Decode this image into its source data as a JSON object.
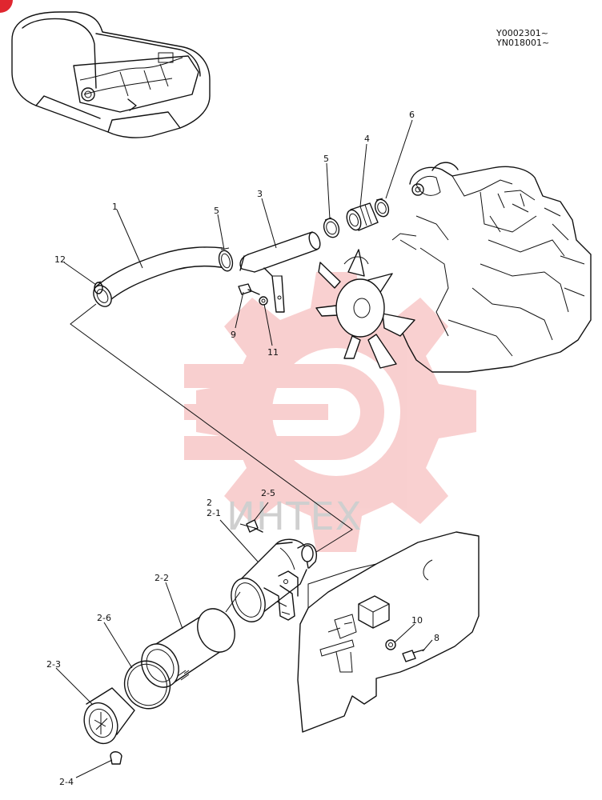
{
  "serial_numbers": [
    "Y0002301~",
    "YN018001~"
  ],
  "watermark_text": "ИНТЕХ",
  "colors": {
    "watermark": "#f4a9a9",
    "corner_badge": "#e0262f",
    "line": "#111111"
  },
  "callouts": [
    "1",
    "12",
    "5",
    "3",
    "9",
    "11",
    "5",
    "4",
    "6",
    "2",
    "2-1",
    "2-5",
    "2-2",
    "2-6",
    "2-3",
    "2-4",
    "10",
    "8"
  ]
}
